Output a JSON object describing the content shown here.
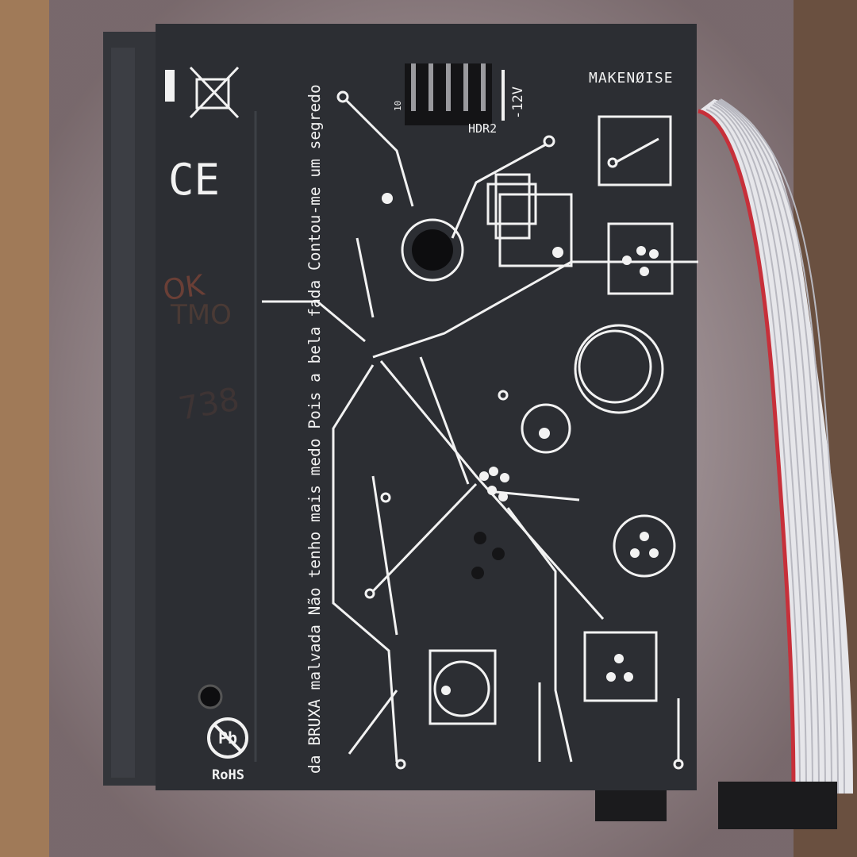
{
  "board": {
    "motto": "da BRUXA malvada Não tenho mais medo Pois a bela fada Contou-me um segredo",
    "logo": "MAKENØISE",
    "header_label": "HDR2",
    "voltage_label": "-12V",
    "pin_label": "10",
    "ce_mark": "CE",
    "rohs_label": "RoHS",
    "pb_symbol": "Pb",
    "handwriting": [
      "OK",
      "TMO",
      "738"
    ]
  },
  "colors": {
    "pcb": "#2c2e33",
    "silkscreen": "#f2f2f2",
    "cardboard": "#9a7656",
    "ribbon": "#e6e6ea",
    "ribbon_stripe": "#c7303a"
  }
}
